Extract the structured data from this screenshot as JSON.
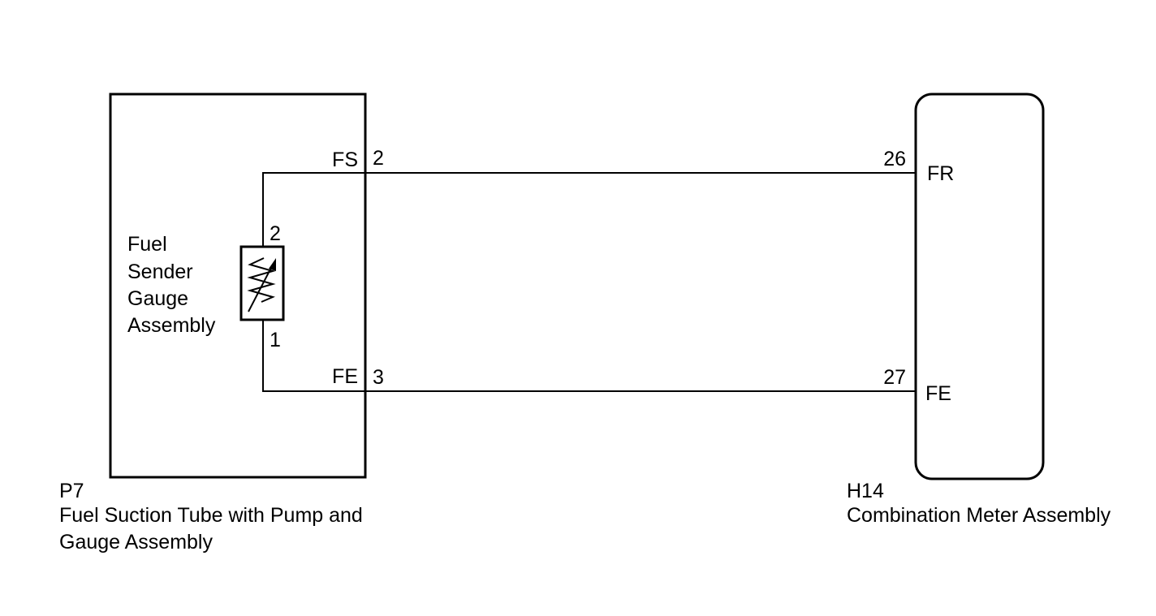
{
  "left_component": {
    "code": "P7",
    "name_line1": "Fuel Suction Tube with Pump and",
    "name_line2": "Gauge Assembly",
    "inner_label": [
      "Fuel",
      "Sender",
      "Gauge",
      "Assembly"
    ],
    "sender_pin_top": "2",
    "sender_pin_bottom": "1",
    "terminal_fs_name": "FS",
    "terminal_fs_pin": "2",
    "terminal_fe_name": "FE",
    "terminal_fe_pin": "3"
  },
  "right_component": {
    "code": "H14",
    "name": "Combination Meter Assembly",
    "terminal_fr_pin": "26",
    "terminal_fr_name": "FR",
    "terminal_fe_pin": "27",
    "terminal_fe_name": "FE"
  },
  "colors": {
    "line": "#000000",
    "background": "#ffffff"
  }
}
